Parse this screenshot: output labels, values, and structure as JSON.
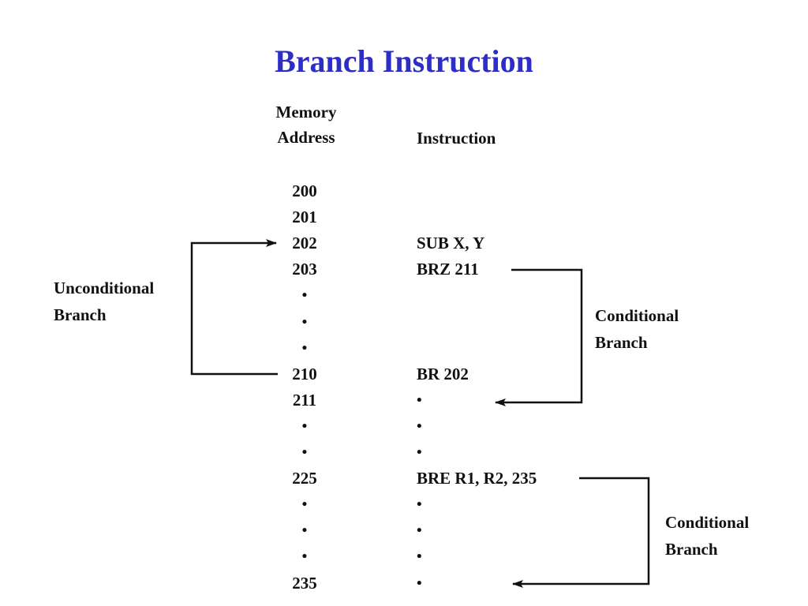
{
  "title": "Branch Instruction",
  "colors": {
    "title": "#2d2dc8",
    "text": "#111111",
    "line": "#111111"
  },
  "headers": {
    "memory_address": [
      "Memory",
      "Address"
    ],
    "instruction": "Instruction"
  },
  "rows": [
    {
      "address": "200",
      "instruction": ""
    },
    {
      "address": "201",
      "instruction": ""
    },
    {
      "address": "202",
      "instruction": "SUB X, Y"
    },
    {
      "address": "203",
      "instruction": "BRZ 211"
    },
    {
      "address": "•",
      "instruction": ""
    },
    {
      "address": "•",
      "instruction": ""
    },
    {
      "address": "•",
      "instruction": ""
    },
    {
      "address": "210",
      "instruction": "BR 202"
    },
    {
      "address": "211",
      "instruction": "•"
    },
    {
      "address": "•",
      "instruction": "•"
    },
    {
      "address": "•",
      "instruction": "•"
    },
    {
      "address": "225",
      "instruction": "BRE R1, R2, 235"
    },
    {
      "address": "•",
      "instruction": "•"
    },
    {
      "address": "•",
      "instruction": "•"
    },
    {
      "address": "•",
      "instruction": "•"
    },
    {
      "address": "235",
      "instruction": "•"
    }
  ],
  "branches": [
    {
      "label": [
        "Unconditional",
        "Branch"
      ],
      "from_address": "210",
      "to_address": "202"
    },
    {
      "label": [
        "Conditional",
        "Branch"
      ],
      "from_address": "203",
      "to_address": "211"
    },
    {
      "label": [
        "Conditional",
        "Branch"
      ],
      "from_address": "225",
      "to_address": "235"
    }
  ]
}
